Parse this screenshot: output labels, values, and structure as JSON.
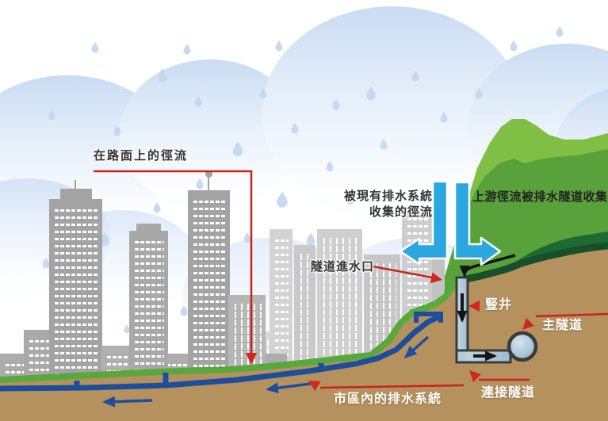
{
  "diagram": {
    "title_domain": "storm-drainage-tunnel-schematic",
    "labels": {
      "surface_runoff": "在路面上的徑流",
      "collected_runoff_line1": "被現有排水系統",
      "collected_runoff_line2": "收集的徑流",
      "upstream_runoff": "上游徑流被排水隧道收集",
      "tunnel_intake": "隧道進水口",
      "shaft": "豎井",
      "main_tunnel": "主隧道",
      "connecting_tunnel": "連接隧道",
      "urban_drainage": "市區內的排水系統"
    },
    "colors": {
      "flow_arrow_blue": "#2aa7df",
      "pipe_navy": "#1d4e9b",
      "annotation_red": "#d2261f",
      "ground_brown": "#b5915e",
      "hill_green_light": "#7ebf44",
      "hill_green_mid": "#58a13b",
      "hill_green_dark": "#1d6a33",
      "surface_green": "#58a83b",
      "building_gray": "#a6a6a6",
      "building_gray_light": "#cdcdcd",
      "cloud_blue": "#c9dcf3",
      "label_white": "#ffffff",
      "label_dark": "#333333"
    }
  }
}
